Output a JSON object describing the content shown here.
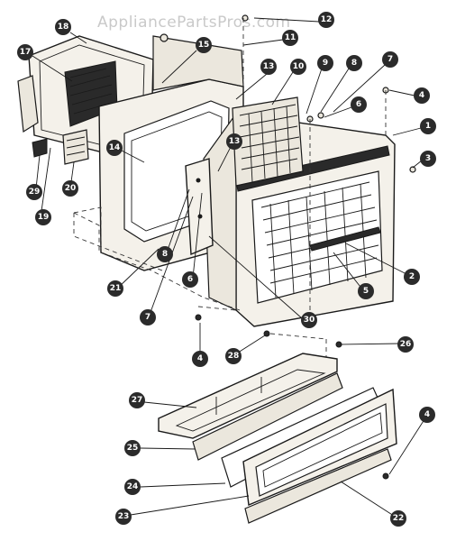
{
  "watermark": "AppliancePartsPros.com",
  "callouts": [
    "18",
    "12",
    "11",
    "17",
    "15",
    "13",
    "10",
    "9",
    "8",
    "7",
    "4",
    "6",
    "1",
    "3",
    "14",
    "13",
    "29",
    "20",
    "19",
    "8",
    "6",
    "21",
    "7",
    "30",
    "5",
    "2",
    "4",
    "28",
    "26",
    "27",
    "25",
    "24",
    "23",
    "4",
    "22"
  ]
}
